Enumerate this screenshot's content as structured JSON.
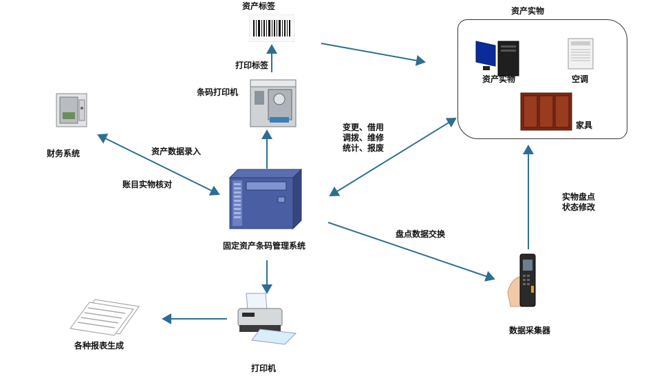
{
  "labels": {
    "asset_tag": "资产标签",
    "print_tag": "打印标签",
    "barcode_printer": "条码打印机",
    "finance_system": "财务系统",
    "asset_data_entry": "资产数据录入",
    "ledger_reconcile": "账目实物核对",
    "central_system": "固定资产条码管理系统",
    "ops": [
      "变更、借用",
      "调拨、维修",
      "统计、报废"
    ],
    "stocktake_exchange": "盘点数据交换",
    "reports": "各种报表生成",
    "printer": "打印机",
    "scanner": "数据采集器",
    "stocktake_status": [
      "实物盘点",
      "状态修改"
    ]
  },
  "physical_assets": {
    "title": "资产实物",
    "items": [
      {
        "label": "资产实物",
        "icon": "computer-icon"
      },
      {
        "label": "空调",
        "icon": "air-conditioner-icon"
      },
      {
        "label": "家具",
        "icon": "cabinet-icon"
      }
    ]
  },
  "colors": {
    "arrow": "#2d6e93"
  }
}
